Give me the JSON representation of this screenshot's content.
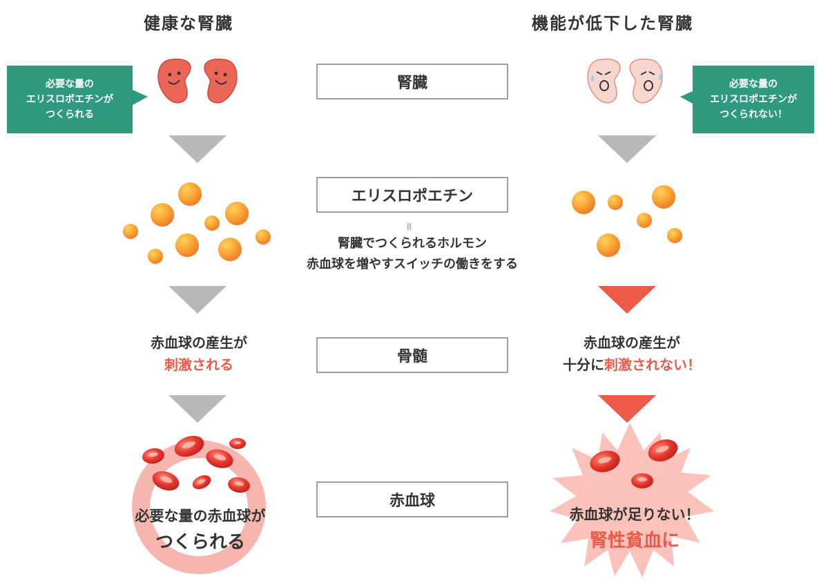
{
  "headings": {
    "left": "健康な腎臓",
    "right": "機能が低下した腎臓"
  },
  "center_labels": {
    "kidney": "腎臓",
    "epo": "エリスロポエチン",
    "equals": "॥",
    "epo_desc_1": "腎臓でつくられるホルモン",
    "epo_desc_2": "赤血球を増やすスイッチの働きをする",
    "marrow": "骨髄",
    "rbc": "赤血球"
  },
  "left_callout": {
    "line1": "必要な量の",
    "line2": "エリスロポエチンが",
    "line3": "つくられる"
  },
  "right_callout": {
    "line1": "必要な量の",
    "line2": "エリスロポエチンが",
    "line3": "つくられない！"
  },
  "left_marrow": {
    "line1": "赤血球の産生が",
    "line2_red": "刺激される"
  },
  "right_marrow": {
    "line1": "赤血球の産生が",
    "line2_black": "十分に",
    "line2_red": "刺激されない！"
  },
  "left_result": {
    "line1": "必要な量の赤血球が",
    "line2": "つくられる"
  },
  "right_result": {
    "line1": "赤血球が足りない！",
    "line2_red": "腎性貧血に"
  },
  "colors": {
    "accent_green": "#2f9a7f",
    "alert_red": "#ec5a47",
    "arrow_gray": "#b8b8b8",
    "kidney_healthy": "#ec6658",
    "kidney_weak": "#f7d6cf",
    "rbc_red": "#e8382c"
  }
}
